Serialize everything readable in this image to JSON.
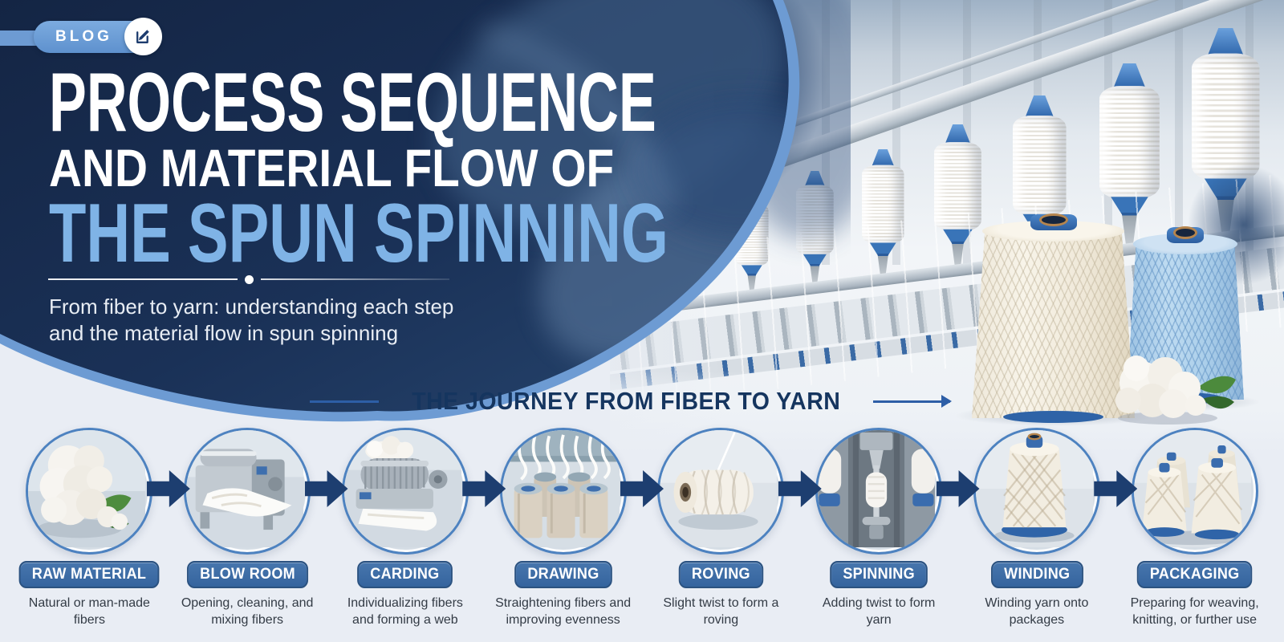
{
  "badge": {
    "label": "BLOG",
    "icon": "compose-pencil-icon"
  },
  "hero": {
    "title_line1": "PROCESS SEQUENCE",
    "title_line2": "AND MATERIAL FLOW OF",
    "title_line3": "THE SPUN SPINNING",
    "subtitle_line1": "From fiber to yarn: understanding each step",
    "subtitle_line2": "and the material flow in spun spinning"
  },
  "journey": {
    "heading": "THE JOURNEY FROM FIBER TO YARN"
  },
  "steps": [
    {
      "label": "RAW MATERIAL",
      "description": "Natural or man-made fibers",
      "icon": "cotton-fibers"
    },
    {
      "label": "BLOW ROOM",
      "description": "Opening, cleaning, and mixing fibers",
      "icon": "blow-room-machine"
    },
    {
      "label": "CARDING",
      "description": "Individualizing fibers and forming a web",
      "icon": "carding-machine"
    },
    {
      "label": "DRAWING",
      "description": "Straightening fibers and improving evenness",
      "icon": "sliver-cans"
    },
    {
      "label": "ROVING",
      "description": "Slight twist to form a roving",
      "icon": "roving-bobbin"
    },
    {
      "label": "SPINNING",
      "description": "Adding twist to form yarn",
      "icon": "ring-spinning-frame"
    },
    {
      "label": "WINDING",
      "description": "Winding yarn onto packages",
      "icon": "yarn-cone"
    },
    {
      "label": "PACKAGING",
      "description": "Preparing for weaving, knitting, or further use",
      "icon": "yarn-cone-group"
    }
  ],
  "colors": {
    "navy_panel": "#16294a",
    "accent_light_blue": "#6d9bd3",
    "title_blue": "#7fb3e6",
    "pill_blue": "#35649e",
    "arrow_navy": "#1d3e70",
    "heading_navy": "#15355f",
    "page_background": "#e9edf4"
  }
}
